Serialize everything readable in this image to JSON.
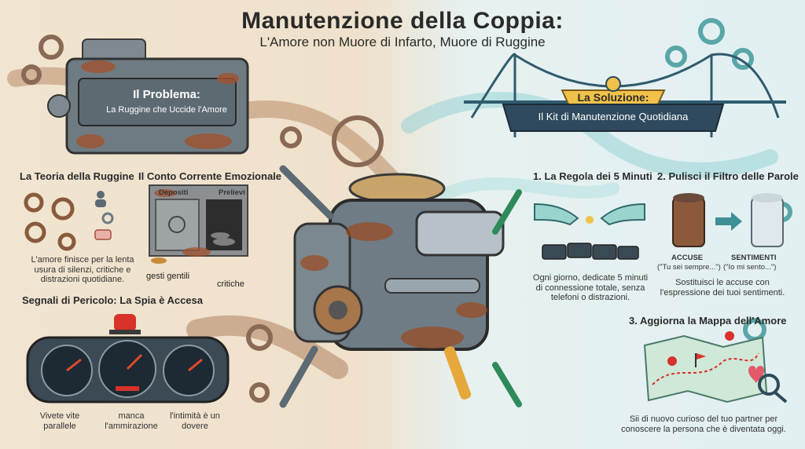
{
  "header": {
    "title": "Manutenzione della Coppia:",
    "subtitle": "L'Amore non Muore di Infarto, Muore di Ruggine"
  },
  "problem": {
    "label": "Il Problema:",
    "sublabel": "La Ruggine che Uccide l'Amore"
  },
  "rust_theory": {
    "heading": "La Teoria della Ruggine",
    "text": "L'amore finisce per la lenta usura di silenzi, critiche e distrazioni quotidiane."
  },
  "emotional_account": {
    "heading": "Il Conto Corrente Emozionale",
    "deposits_label": "Depositi",
    "withdrawals_label": "Prelievi",
    "deposits_caption": "gesti gentili",
    "withdrawals_caption": "critiche"
  },
  "warning_signs": {
    "heading": "Segnali di Pericolo: La Spia è Accesa",
    "gauges": [
      {
        "label": "Vivete vite parallele"
      },
      {
        "label": "manca l'ammirazione"
      },
      {
        "label": "l'intimità è un dovere"
      }
    ]
  },
  "solution": {
    "label": "La Soluzione:",
    "sublabel": "Il Kit di Manutenzione Quotidiana"
  },
  "rule_5_minutes": {
    "heading": "1. La Regola dei 5 Minuti",
    "text": "Ogni giorno, dedicate 5 minuti di connessione totale, senza telefoni o distrazioni."
  },
  "clean_filter": {
    "heading": "2. Pulisci il Filtro delle Parole",
    "left_label": "ACCUSE",
    "left_quote": "(\"Tu sei sempre...\")",
    "right_label": "SENTIMENTI",
    "right_quote": "(\"Io mi sento...\")",
    "text": "Sostituisci le accuse con l'espressione dei tuoi sentimenti."
  },
  "love_map": {
    "heading": "3. Aggiorna la Mappa dell'Amore",
    "text": "Sii di nuovo curioso del tuo partner per conoscere la persona che è diventata oggi."
  },
  "colors": {
    "rust": "#9a4a1e",
    "teal": "#3f8f96",
    "gold": "#f0c24a",
    "navy": "#2f4a5e",
    "warning_red": "#d8322a"
  }
}
